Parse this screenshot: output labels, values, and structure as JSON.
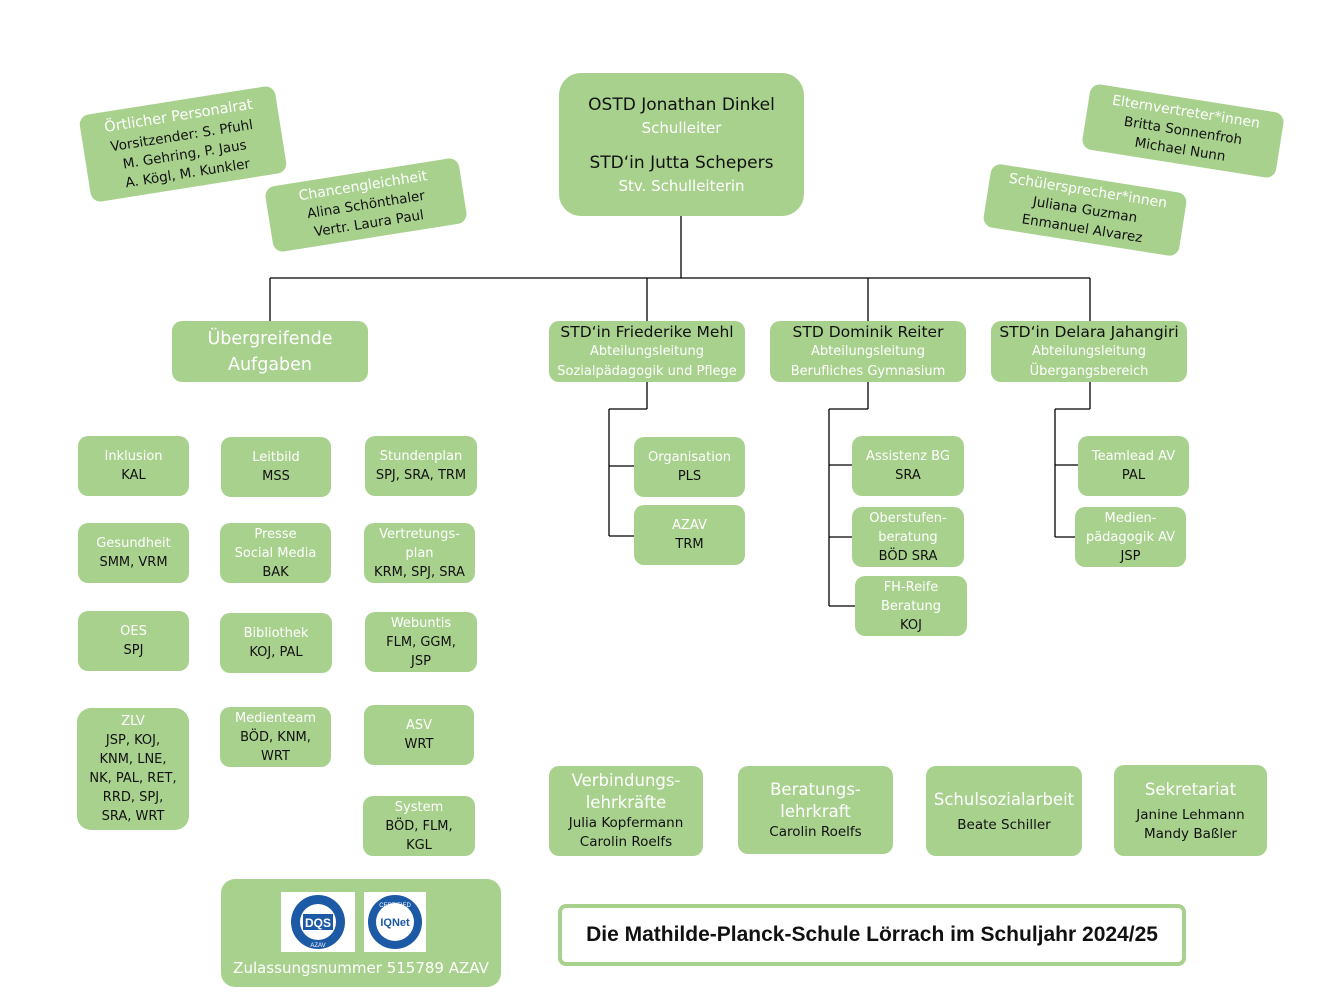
{
  "leader": {
    "name1": "OSTD Jonathan Dinkel",
    "role1": "Schulleiter",
    "name2": "STD‘in Jutta Schepers",
    "role2": "Stv. Schulleiterin"
  },
  "personalrat": {
    "title": "Örtlicher Personalrat",
    "line1": "Vorsitzender: S. Pfuhl",
    "line2": "M. Gehring, P. Jaus",
    "line3": "A.  Kögl, M. Kunkler"
  },
  "chancen": {
    "title": "Chancengleichheit",
    "line1": "Alina Schönthaler",
    "line2": "Vertr.  Laura Paul"
  },
  "eltern": {
    "title": "Elternvertreter*innen",
    "line1": "Britta Sonnenfroh",
    "line2": "Michael Nunn"
  },
  "schueler": {
    "title": "Schülersprecher*innen",
    "line1": "Juliana Guzman",
    "line2": "Enmanuel Alvarez"
  },
  "departments": [
    {
      "title": "Übergreifende",
      "title2": "Aufgaben"
    },
    {
      "title": "STD‘in Friederike Mehl",
      "sub1": "Abteilungsleitung",
      "sub2": "Sozialpädagogik und Pflege"
    },
    {
      "title": "STD Dominik Reiter",
      "sub1": "Abteilungsleitung",
      "sub2": "Berufliches Gymnasium"
    },
    {
      "title": "STD‘in Delara Jahangiri",
      "sub1": "Abteilungsleitung",
      "sub2": "Übergangsbereich"
    }
  ],
  "tasks": {
    "inklusion": {
      "l1": "Inklusion",
      "l2": "KAL"
    },
    "leitbild": {
      "l1": "Leitbild",
      "l2": "MSS"
    },
    "stundenplan": {
      "l1": "Stundenplan",
      "l2": "SPJ, SRA, TRM"
    },
    "gesundheit": {
      "l1": "Gesundheit",
      "l2": "SMM, VRM"
    },
    "presse": {
      "l1": "Presse",
      "l2": "Social Media",
      "l3": "BAK"
    },
    "vertretung": {
      "l1": "Vertretungs-",
      "l2": "plan",
      "l3": "KRM, SPJ, SRA"
    },
    "oes": {
      "l1": "OES",
      "l2": "SPJ"
    },
    "bibliothek": {
      "l1": "Bibliothek",
      "l2": "KOJ, PAL"
    },
    "webuntis": {
      "l1": "Webuntis",
      "l2": "FLM, GGM,",
      "l3": "JSP"
    },
    "zlv": {
      "l1": "ZLV",
      "l2": "JSP, KOJ,",
      "l3": "KNM,  LNE,",
      "l4": "NK, PAL, RET,",
      "l5": "RRD, SPJ,",
      "l6": "SRA, WRT"
    },
    "medienteam": {
      "l1": "Medienteam",
      "l2": "BÖD, KNM,",
      "l3": "WRT"
    },
    "asv": {
      "l1": "ASV",
      "l2": "WRT"
    },
    "system": {
      "l1": "System",
      "l2": "BÖD, FLM,",
      "l3": "KGL"
    }
  },
  "mehl_sub": {
    "organisation": {
      "l1": "Organisation",
      "l2": "PLS"
    },
    "azav": {
      "l1": "AZAV",
      "l2": "TRM"
    }
  },
  "reiter_sub": {
    "assistenz": {
      "l1": "Assistenz BG",
      "l2": "SRA"
    },
    "oberstufe": {
      "l1": "Oberstufen-",
      "l2": "beratung",
      "l3": "BÖD  SRA"
    },
    "fhreife": {
      "l1": "FH-Reife",
      "l2": "Beratung",
      "l3": "KOJ"
    }
  },
  "jahangiri_sub": {
    "teamlead": {
      "l1": "Teamlead AV",
      "l2": "PAL"
    },
    "medien": {
      "l1": "Medien-",
      "l2": "pädagogik AV",
      "l3": "JSP"
    }
  },
  "bottom": {
    "verbindung": {
      "l1": "Verbindungs-",
      "l2": "lehrkräfte",
      "n1": "Julia Kopfermann",
      "n2": "Carolin Roelfs"
    },
    "beratung": {
      "l1": "Beratungs-",
      "l2": "lehrkraft",
      "n1": "Carolin Roelfs"
    },
    "sozial": {
      "l1": "Schulsozialarbeit",
      "n1": "Beate Schiller"
    },
    "sekretariat": {
      "l1": "Sekretariat",
      "n1": "Janine Lehmann",
      "n2": "Mandy Baßler"
    }
  },
  "certification": {
    "text": "Zulassungsnummer 515789 AZAV",
    "logo1": "DQS",
    "logo1_ring": "AZAV",
    "logo2": "IQNet",
    "logo2_top": "CERTIFIED"
  },
  "title": "Die Mathilde-Planck-Schule Lörrach im Schuljahr 2024/25",
  "colors": {
    "box": "#a9d18e",
    "line": "#000000",
    "text_dark": "#111111",
    "text_light": "#ffffff"
  }
}
